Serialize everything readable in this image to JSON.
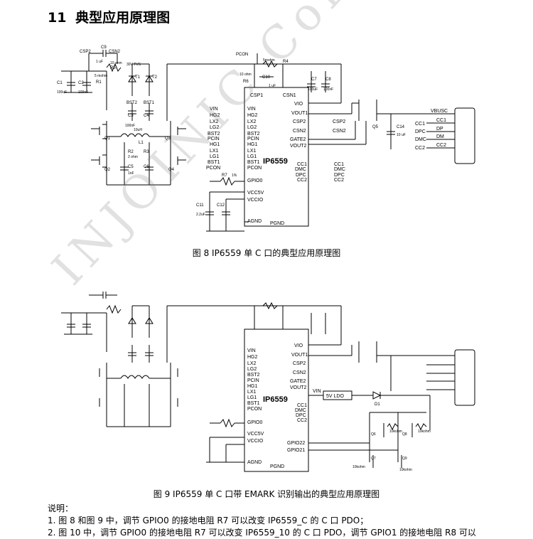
{
  "heading": {
    "number": "11",
    "title": "典型应用原理图"
  },
  "figure1": {
    "chip_name": "IP6559",
    "caption": "图 8    IP6559 单 C 口的典型应用原理图",
    "left_pins": [
      "VIN",
      "HG2",
      "LX2",
      "LG2",
      "BST2",
      "PCIN",
      "HG1",
      "LX1",
      "LG1",
      "BST1",
      "PCON",
      "GPIO0",
      "VCC5V",
      "VCCIO",
      "AGND"
    ],
    "top_pins": [
      "CSP1",
      "CSN1"
    ],
    "right_pins": [
      "VIO",
      "VOUT1",
      "CSP2",
      "CSN2",
      "GATE2",
      "VOUT2",
      "CC1",
      "DMC",
      "DPC",
      "CC2",
      "PGND"
    ],
    "input_nets": [
      "VIN",
      "HG2",
      "LX2",
      "LG2",
      "BST2",
      "PCIN",
      "HG1",
      "LX1",
      "LG1",
      "BST1",
      "PCON"
    ],
    "output_nets": [
      "CSP2",
      "CSN2",
      "CC1",
      "DMC",
      "DPC",
      "CC2"
    ],
    "components": [
      "C1",
      "C2",
      "CSP2",
      "C9",
      "CSN2",
      "R5",
      "R1",
      "T1",
      "T2",
      "BST2",
      "BST1",
      "C3",
      "C4",
      "Q1",
      "Q2",
      "Q3",
      "Q4",
      "L1",
      "R2",
      "R3",
      "C5",
      "C6",
      "PCON",
      "R4",
      "C10",
      "R6",
      "C7",
      "C8",
      "Q5",
      "C14",
      "R7",
      "C11",
      "C12"
    ],
    "values": [
      "100uF",
      "100nF",
      "1 uF",
      "10 ohm",
      "5 mohm",
      "30V TVS",
      "100nF",
      "10uH",
      "2 ohm",
      "1nF",
      "5mohm",
      "10 ohm",
      "1 uF",
      "100uF",
      "100nF",
      "10 uF",
      "1%",
      "2.2uF"
    ],
    "usb_nets": [
      "VBUSC",
      "CC1",
      "DP",
      "DM",
      "CC2"
    ],
    "usb_labels": [
      "CC1",
      "DPC",
      "DMC",
      "CC2"
    ]
  },
  "figure2": {
    "chip_name": "IP6559",
    "caption": "图 9    IP6559 单 C 口带 EMARK 识别输出的典型应用原理图",
    "left_pins": [
      "VIN",
      "HG2",
      "LX2",
      "LG2",
      "BST2",
      "PCIN",
      "HG1",
      "LX1",
      "LG1",
      "BST1",
      "PCON",
      "GPIO0",
      "VCC5V",
      "VCCIO",
      "AGND"
    ],
    "right_pins": [
      "VIO",
      "VOUT1",
      "CSP2",
      "CSN2",
      "GATE2",
      "VOUT2",
      "CC1",
      "DMC",
      "DPC",
      "CC2",
      "GPIO22",
      "GPIO21",
      "PGND"
    ],
    "ldo_label": "5V LDO",
    "ldo_in": "VIN",
    "diode": "D1",
    "fets": [
      "Q6",
      "Q8",
      "Q7",
      "Q9"
    ],
    "resistors": [
      "10kohm",
      "10kohm",
      "10kohm",
      "10kohm"
    ]
  },
  "notes": {
    "title": "说明：",
    "line1": "1.  图 8 和图 9 中，调节 GPIO0 的接地电阻 R7 可以改变 IP6559_C 的 C 口 PDO；",
    "line2": "2.  图 10 中，调节 GPIO0 的接地电阻 R7 可以改变 IP6559_10 的 C 口 PDO，调节 GPIO1 的接地电阻 R8 可以"
  },
  "watermark": "INJOINIC Corp"
}
